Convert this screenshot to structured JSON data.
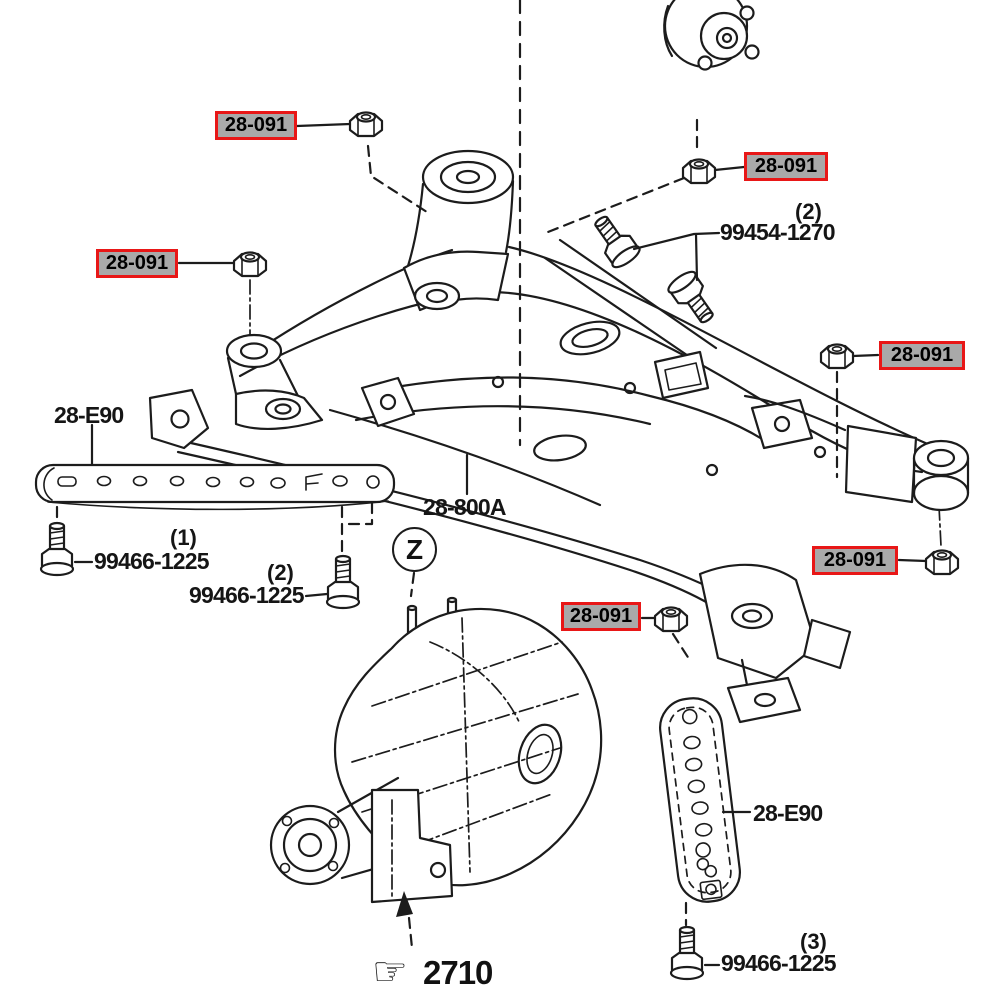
{
  "colors": {
    "background": "#ffffff",
    "line": "#1c1c1c",
    "callout_border": "#e81717",
    "callout_bg": "#a9a9a9",
    "callout_text": "#000000"
  },
  "callouts": {
    "c0": "28-091",
    "c1": "28-091",
    "c2": "28-091",
    "c3": "28-091",
    "c4": "28-091",
    "c5": "28-091"
  },
  "parts": {
    "stay_left": "28-E90",
    "stay_right": "28-E90",
    "crossmember": "28-800A",
    "mount_bolt": "99454-1270",
    "mount_bolt_qty": "(2)",
    "stay_bolt_1": "99466-1225",
    "stay_bolt_1_qty": "(1)",
    "stay_bolt_2": "99466-1225",
    "stay_bolt_2_qty": "(2)",
    "stay_bolt_3": "99466-1225",
    "stay_bolt_3_qty": "(3)",
    "view_marker": "Z",
    "ref_number": "2710",
    "hand_glyph": "☞"
  }
}
